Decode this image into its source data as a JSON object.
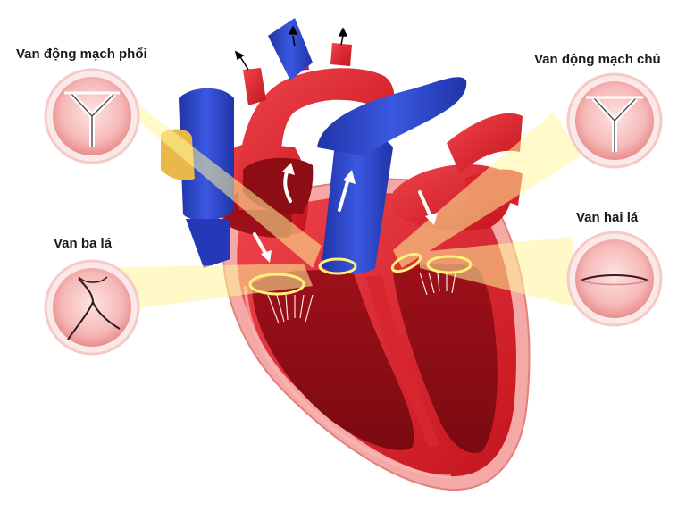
{
  "labels": {
    "pulmonary_valve": "Van động mạch phổi",
    "aortic_valve": "Van động mạch chủ",
    "tricuspid_valve": "Van ba lá",
    "mitral_valve": "Van hai lá"
  },
  "colors": {
    "muscle": "#e8323c",
    "muscle_dark": "#b3121c",
    "chamber": "#8c0d14",
    "wall_outer": "#f4a9a6",
    "venous": "#2c45c9",
    "highlight": "#fff59a",
    "valve_pink": "#f7c3c3"
  }
}
